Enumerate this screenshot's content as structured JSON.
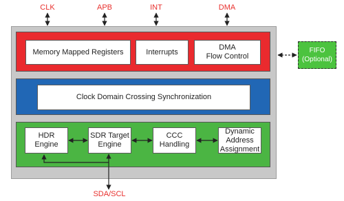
{
  "signals": {
    "clk": "CLK",
    "apb": "APB",
    "int": "INT",
    "dma": "DMA",
    "bus": "SDA/SCL"
  },
  "registers_layer": {
    "memory_mapped": "Memory Mapped Registers",
    "interrupts": "Interrupts",
    "dma_flow": "DMA\nFlow Control"
  },
  "sync_layer": {
    "cdc": "Clock Domain Crossing Synchronization"
  },
  "engine_layer": {
    "hdr": "HDR\nEngine",
    "sdr": "SDR Target\nEngine",
    "ccc": "CCC\nHandling",
    "daa": "Dynamic\nAddress\nAssignment"
  },
  "fifo": "FIFO\n(Optional)",
  "colors": {
    "register_band": "#ea2a2e",
    "sync_band": "#2167b5",
    "engine_band": "#4bb543",
    "fifo_fill": "#4cc33f",
    "signal_text": "#e8302d",
    "container": "#c8c8c8"
  }
}
